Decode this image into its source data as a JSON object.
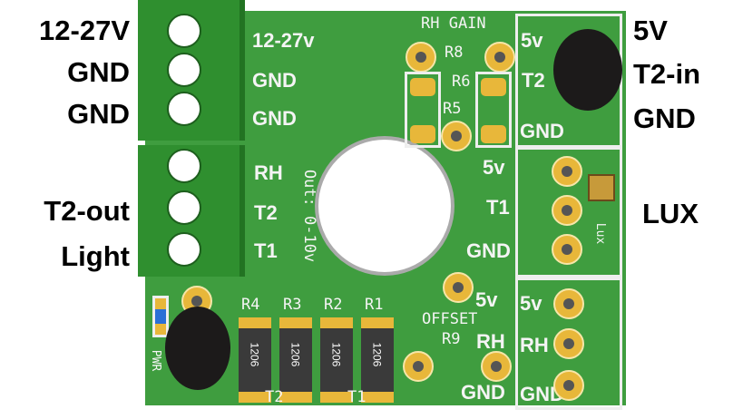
{
  "external_labels": {
    "left": [
      "12-27V",
      "GND",
      "GND",
      "T2-out",
      "Light"
    ],
    "right": [
      "5V",
      "T2-in",
      "GND",
      "LUX"
    ]
  },
  "board_silk": {
    "power": [
      "12-27v",
      "GND",
      "GND"
    ],
    "outputs": [
      "RH",
      "T2",
      "T1"
    ],
    "out_range": "Out: 0-10v",
    "rh_gain": "RH GAIN",
    "r8": "R8",
    "r6": "R6",
    "r5": "R5",
    "offset": "OFFSET",
    "r9": "R9",
    "resistors": [
      {
        "ref": "R4",
        "size": "1206"
      },
      {
        "ref": "R3",
        "size": "1206"
      },
      {
        "ref": "R2",
        "size": "1206"
      },
      {
        "ref": "R1",
        "size": "1206"
      }
    ],
    "t2": "T2",
    "t1": "T1",
    "pwr": "PWR",
    "mid": [
      "5v",
      "T1",
      "GND"
    ],
    "bottom": [
      "5v",
      "RH",
      "GND"
    ],
    "mod_t2": [
      "5v",
      "T2",
      "GND"
    ],
    "mod_lux": "Lux",
    "mod_rh": [
      "5v",
      "RH",
      "GND"
    ]
  },
  "colors": {
    "board": "#3f9d3f",
    "terminal": "#2f8f2f",
    "pad": "#e8b73a"
  }
}
